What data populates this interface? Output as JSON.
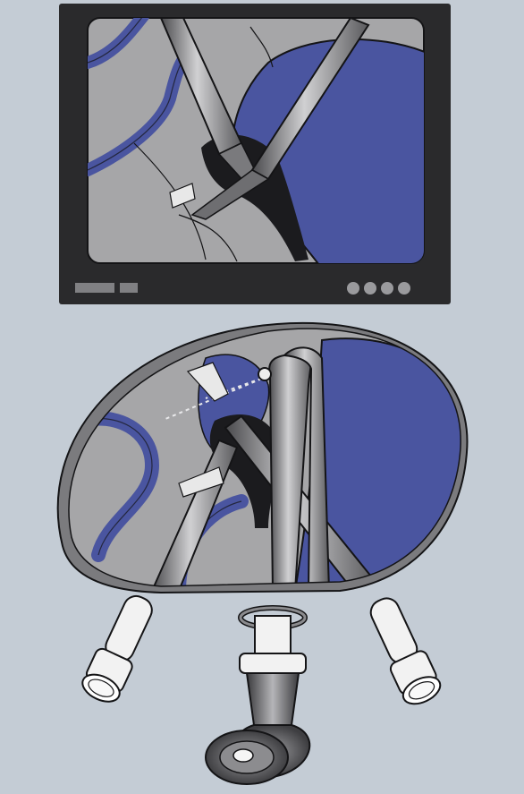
{
  "colors": {
    "page_background": "#c4ccd5",
    "monitor_frame": "#2a2a2c",
    "screen_field": "#a6a6a8",
    "tissue_blue": "#4a55a0",
    "instrument_gray": "#8d8d90",
    "outline": "#141416",
    "port_white": "#f2f2f2"
  },
  "monitor": {
    "status_indicators": 2,
    "control_buttons": 4
  },
  "illustration_parts": [
    "video-monitor",
    "monitor-screen-view",
    "abdominal-cavity-view",
    "laparoscope",
    "grasper-instrument",
    "dissector-instrument",
    "trocar-ports"
  ]
}
